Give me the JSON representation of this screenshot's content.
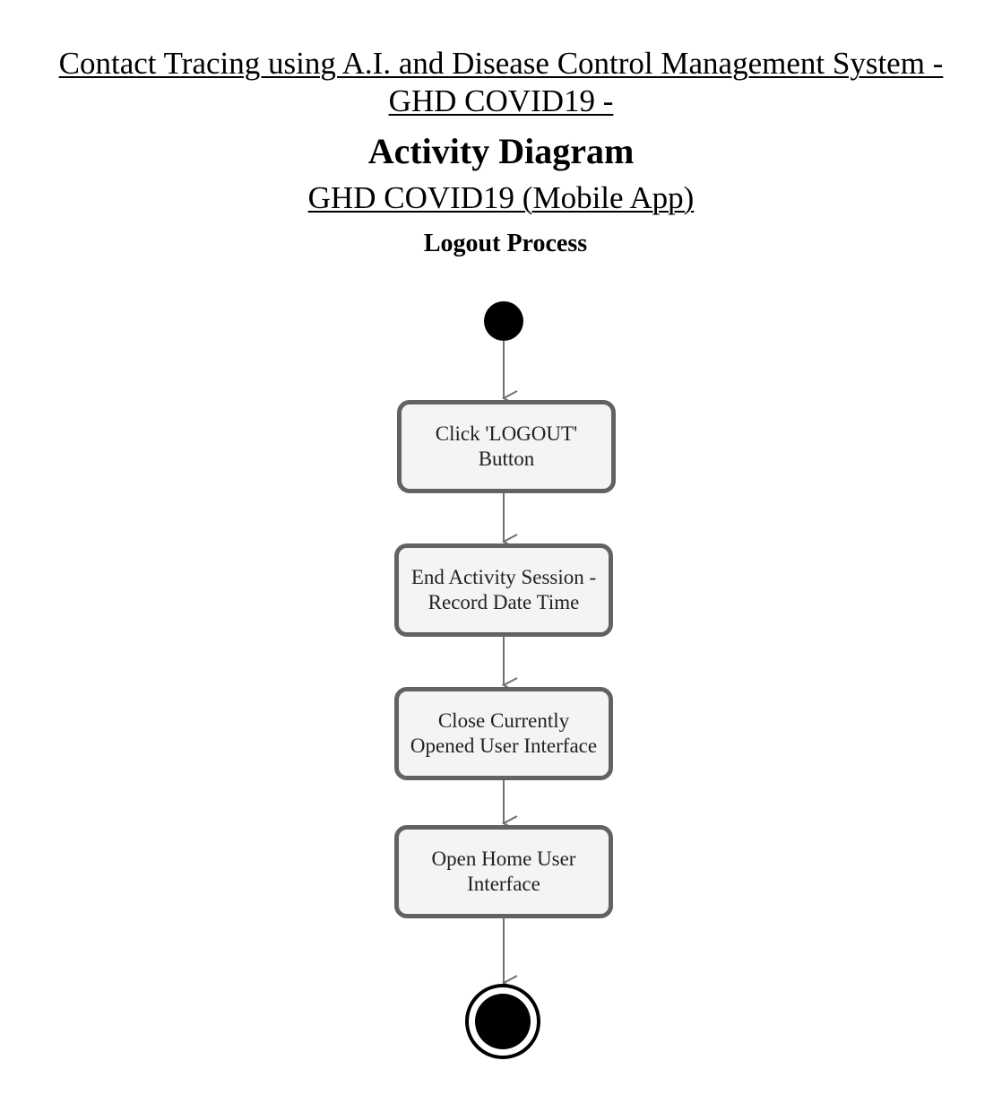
{
  "header": {
    "title_line1": "Contact Tracing using A.I. and Disease Control Management System -",
    "title_line2": "GHD COVID19 -",
    "diagram_type": "Activity Diagram",
    "subtitle": "GHD COVID19 (Mobile App)",
    "process_name": "Logout Process"
  },
  "activities": [
    {
      "line1": "Click 'LOGOUT'",
      "line2": "Button"
    },
    {
      "line1": "End Activity Session -",
      "line2": "Record Date Time"
    },
    {
      "line1": "Close Currently",
      "line2": "Opened User Interface"
    },
    {
      "line1": "Open Home User",
      "line2": "Interface"
    }
  ],
  "colors": {
    "node_border": "#626262",
    "node_fill": "#f4f4f4",
    "arrow": "#707070",
    "initial_node": "#000000"
  }
}
